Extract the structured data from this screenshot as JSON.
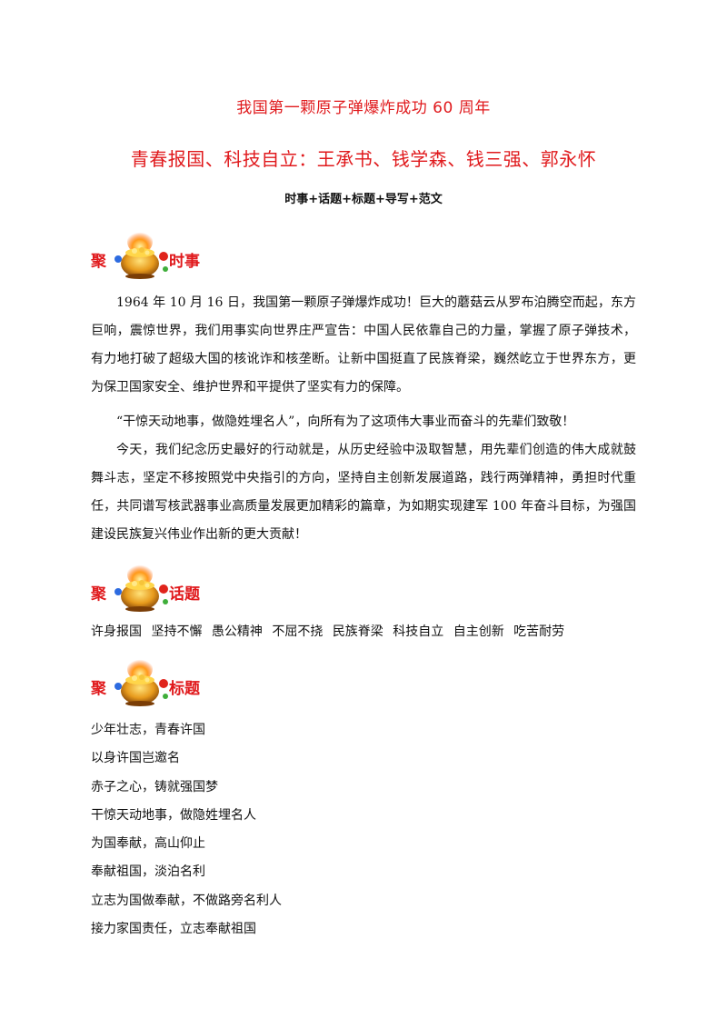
{
  "header": {
    "title_line1": "我国第一颗原子弹爆炸成功 60 周年",
    "title_line2": "青春报国、科技自立：王承书、钱学森、钱三强、郭永怀",
    "subtitle": "时事+话题+标题+导写+范文"
  },
  "sections": {
    "current_affairs": {
      "prefix": "聚",
      "label": "时事"
    },
    "topics": {
      "prefix": "聚",
      "label": "话题"
    },
    "headlines": {
      "prefix": "聚",
      "label": "标题"
    }
  },
  "current_affairs_paragraphs": [
    "1964 年 10 月 16 日，我国第一颗原子弹爆炸成功！巨大的蘑菇云从罗布泊腾空而起，东方巨响，震惊世界，我们用事实向世界庄严宣告：中国人民依靠自己的力量，掌握了原子弹技术，有力地打破了超级大国的核讹诈和核垄断。让新中国挺直了民族脊梁，巍然屹立于世界东方，更为保卫国家安全、维护世界和平提供了坚实有力的保障。",
    "“干惊天动地事，做隐姓埋名人”，向所有为了这项伟大事业而奋斗的先辈们致敬！",
    "今天，我们纪念历史最好的行动就是，从历史经验中汲取智慧，用先辈们创造的伟大成就鼓舞斗志，坚定不移按照党中央指引的方向，坚持自主创新发展道路，践行两弹精神，勇担时代重任，共同谱写核武器事业高质量发展更加精彩的篇章，为如期实现建军 100 年奋斗目标，为强国建设民族复兴伟业作出新的更大贡献！"
  ],
  "topics": [
    "许身报国",
    "坚持不懈",
    "愚公精神",
    "不屈不挠",
    "民族脊梁",
    "科技自立",
    "自主创新",
    "吃苦耐劳"
  ],
  "headlines": [
    "少年壮志，青春许国",
    "以身许国岂邀名",
    "赤子之心，铸就强国梦",
    "干惊天动地事，做隐姓埋名人",
    "为国奉献，高山仰止",
    "奉献祖国，淡泊名利",
    "立志为国做奉献，不做路旁名利人",
    "接力家国责任，立志奉献祖国"
  ],
  "colors": {
    "accent": "#e0191c",
    "text": "#111111"
  },
  "icons": {
    "section_icon": "treasure-pot-icon"
  }
}
